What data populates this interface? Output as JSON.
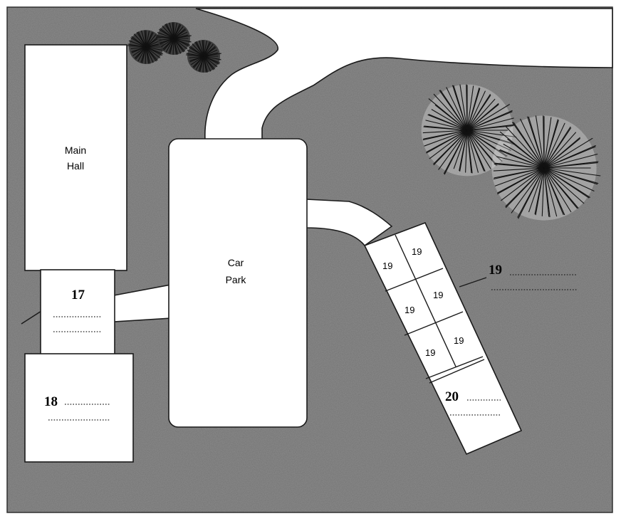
{
  "map": {
    "colors": {
      "ground": "#8c8c8c",
      "building": "#ffffff",
      "outline": "#1a1a1a"
    },
    "labels": {
      "main_hall_line1": "Main",
      "main_hall_line2": "Hall",
      "car_park_line1": "Car",
      "car_park_line2": "Park",
      "q17": "17",
      "q18": "18",
      "q19": "19",
      "q20": "20",
      "bay": "19"
    },
    "icons": [
      "tree-icon"
    ]
  }
}
